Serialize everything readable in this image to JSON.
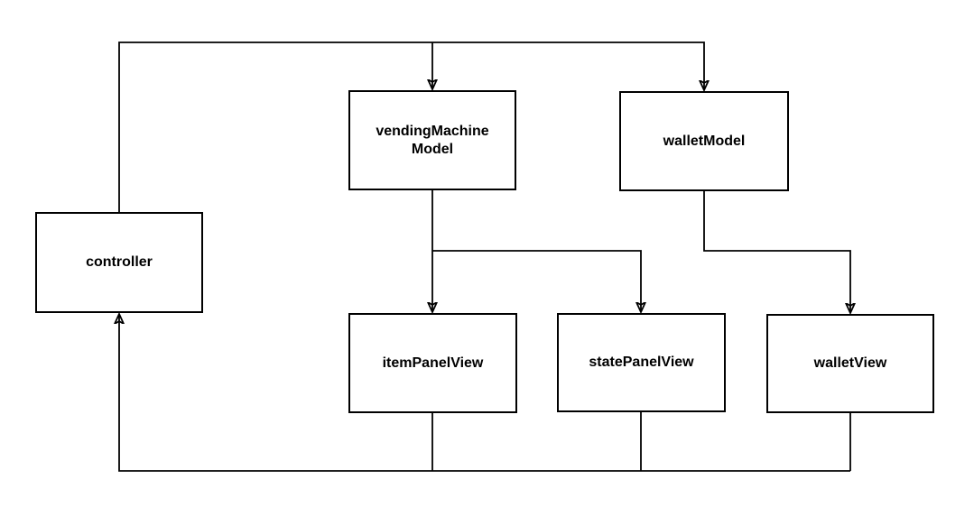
{
  "page": {
    "background_color": "#ffffff"
  },
  "diagram": {
    "type": "flowchart",
    "colors": {
      "node_fill": "#ffffff",
      "node_stroke": "#000000",
      "edge_stroke": "#000000",
      "text": "#000000"
    },
    "nodes": {
      "controller": {
        "label": "controller"
      },
      "vending_machine_model": {
        "label": "vendingMachine\nModel"
      },
      "wallet_model": {
        "label": "walletModel"
      },
      "item_panel_view": {
        "label": "itemPanelView"
      },
      "state_panel_view": {
        "label": "statePanelView"
      },
      "wallet_view": {
        "label": "walletView"
      }
    },
    "edges": [
      {
        "from": "controller",
        "to": "vending_machine_model",
        "arrowhead": "target"
      },
      {
        "from": "controller",
        "to": "wallet_model",
        "arrowhead": "target"
      },
      {
        "from": "vending_machine_model",
        "to": "item_panel_view",
        "arrowhead": "target"
      },
      {
        "from": "vending_machine_model",
        "to": "state_panel_view",
        "arrowhead": "target"
      },
      {
        "from": "wallet_model",
        "to": "wallet_view",
        "arrowhead": "target"
      },
      {
        "from": "item_panel_view",
        "to": "controller",
        "arrowhead": "target"
      },
      {
        "from": "state_panel_view",
        "to": "controller",
        "arrowhead": "target"
      },
      {
        "from": "wallet_view",
        "to": "controller",
        "arrowhead": "target"
      }
    ]
  }
}
